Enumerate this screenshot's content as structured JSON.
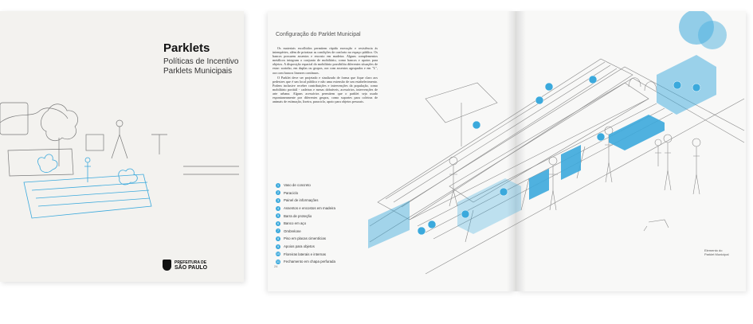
{
  "cover": {
    "title": "Parklets",
    "subtitle_line1": "Políticas de Incentivo",
    "subtitle_line2": "Parklets Municipais",
    "logo_line1": "PREFEITURA DE",
    "logo_line2": "SÃO PAULO"
  },
  "spread": {
    "section_title": "Configuração do Parklet Municipal",
    "paragraphs": [
      "Os materiais escolhidos permitem rápida execução e resistência às intempéries, além de priorizar as condições de conforto no espaço público. Os bancos possuem assentos e encosto em madeira. Alguns complementos metálicos integram o conjunto de mobiliário, como bancos e apoios para objetos. A disposição espacial do mobiliário possibilita diferentes situações de estar: sozinho, em duplas ou grupos, ora com assentos agrupados e em \"L\", ora com bancos lineares contínuos.",
      "O Parklet deve ser projetado e sinalizado de forma que fique claro aos pedestres que é um local público e não uma extensão de um estabelecimento. Podem inclusive receber contribuições e intervenções da população, como mobiliário portátil - cadeiras e mesas dobráveis, acessórios, intervenções de arte urbana. Alguns acessórios permitem que o parklet seja usado espontaneamente por diferentes grupos, como suportes para coleiras de animais de estimação, lixeira, paraciclo, apoio para objetos pessoais."
    ],
    "legend": [
      {
        "num": "1",
        "label": "Vaso de concreto"
      },
      {
        "num": "2",
        "label": "Paraciclo"
      },
      {
        "num": "3",
        "label": "Painel de informações"
      },
      {
        "num": "4",
        "label": "Assentos e encostos em madeira"
      },
      {
        "num": "5",
        "label": "Barra de proteção"
      },
      {
        "num": "6",
        "label": "Banco em aço"
      },
      {
        "num": "7",
        "label": "Ombrelone"
      },
      {
        "num": "8",
        "label": "Piso em placas cimentícias"
      },
      {
        "num": "9",
        "label": "Apoios para objetos"
      },
      {
        "num": "10",
        "label": "Floreiras laterais e internas"
      },
      {
        "num": "11",
        "label": "Fechamento em chapa perfurada"
      }
    ],
    "page_number": "24",
    "caption_line1": "Elemento do",
    "caption_line2": "Parklet Municipal"
  },
  "colors": {
    "accent": "#3ba9dc",
    "line": "#8a8a8a",
    "paper": "#f8f8f7"
  }
}
